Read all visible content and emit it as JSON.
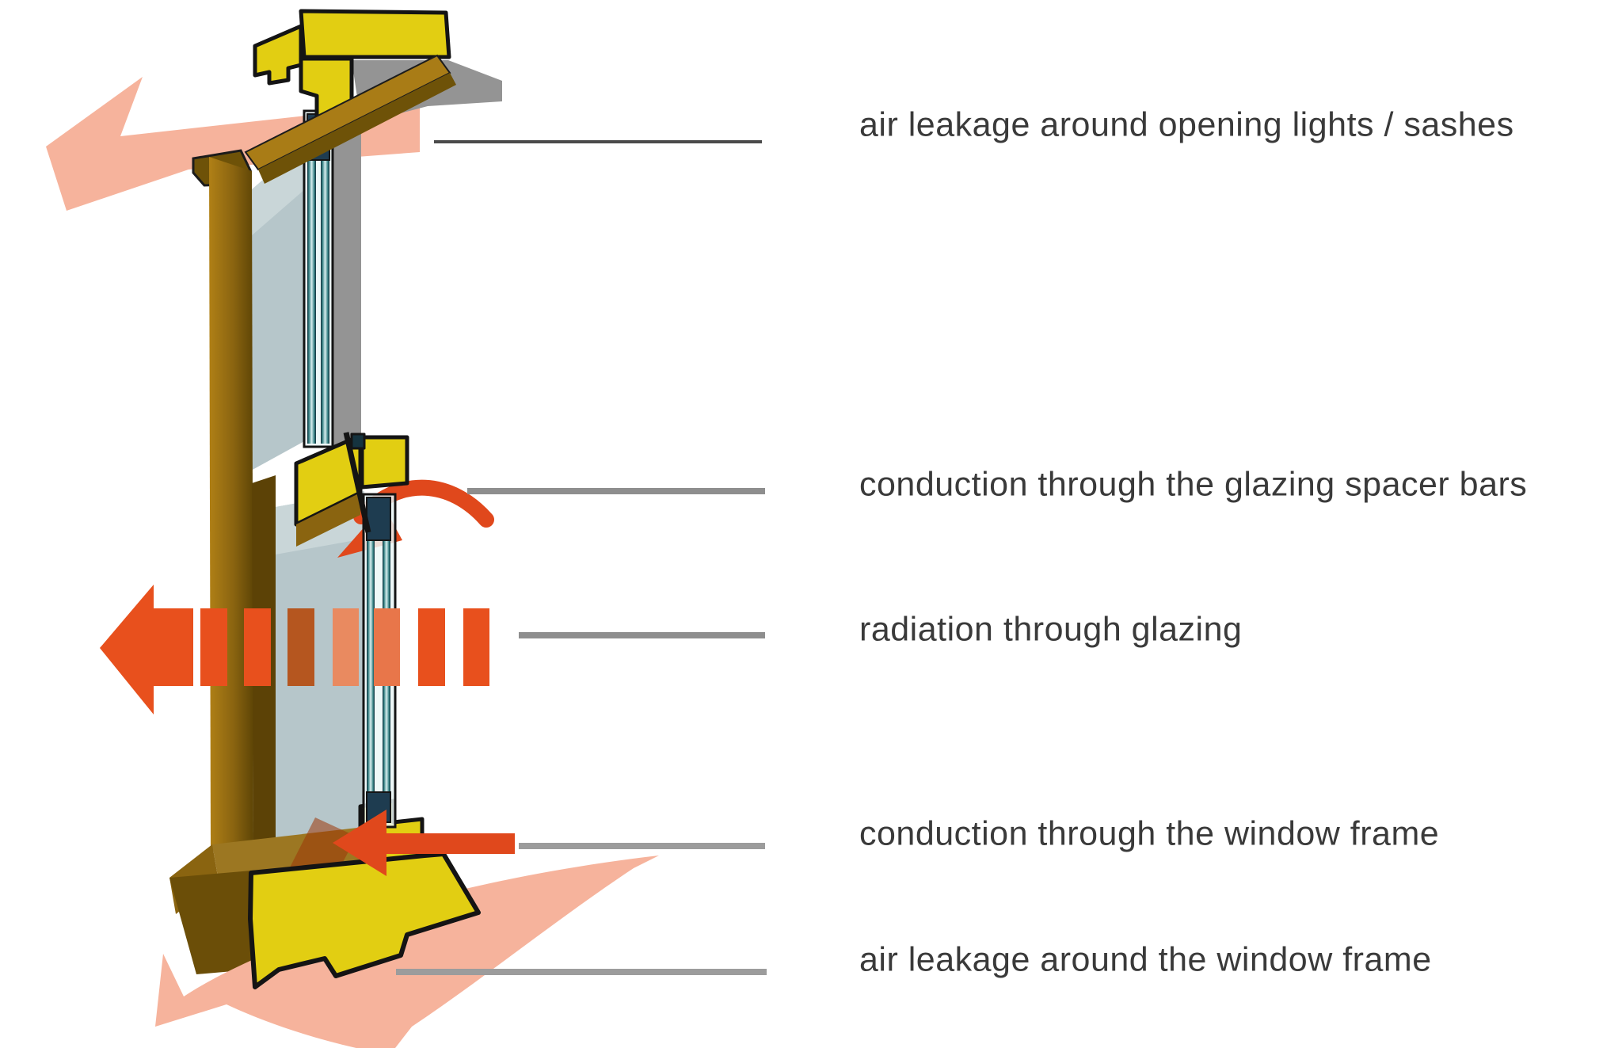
{
  "labels": [
    {
      "text": "air leakage around opening lights / sashes"
    },
    {
      "text": "conduction through the glazing spacer bars"
    },
    {
      "text": "radiation through glazing"
    },
    {
      "text": "conduction through the window frame"
    },
    {
      "text": "air leakage around the window frame"
    }
  ],
  "colors": {
    "frame_cut_yellow": "#e2ce12",
    "wood_brown": "#8a6410",
    "wood_brown_light": "#a97c16",
    "wood_brown_dark": "#6b4e08",
    "glass_face": "#b6c6ca",
    "glazing_teal": "#2f7d80",
    "spacer_navy": "#1e3c50",
    "shadow_gray": "#949494",
    "heat_red": "#e0481c",
    "radiation_orange": "#e8501d",
    "air_leak_pink": "#f6b39c",
    "leader_gray": "#8e8e8e",
    "leader_dark": "#4a4a4a",
    "outline_black": "#141414",
    "label_text": "#3a3a3a",
    "background": "#ffffff"
  }
}
